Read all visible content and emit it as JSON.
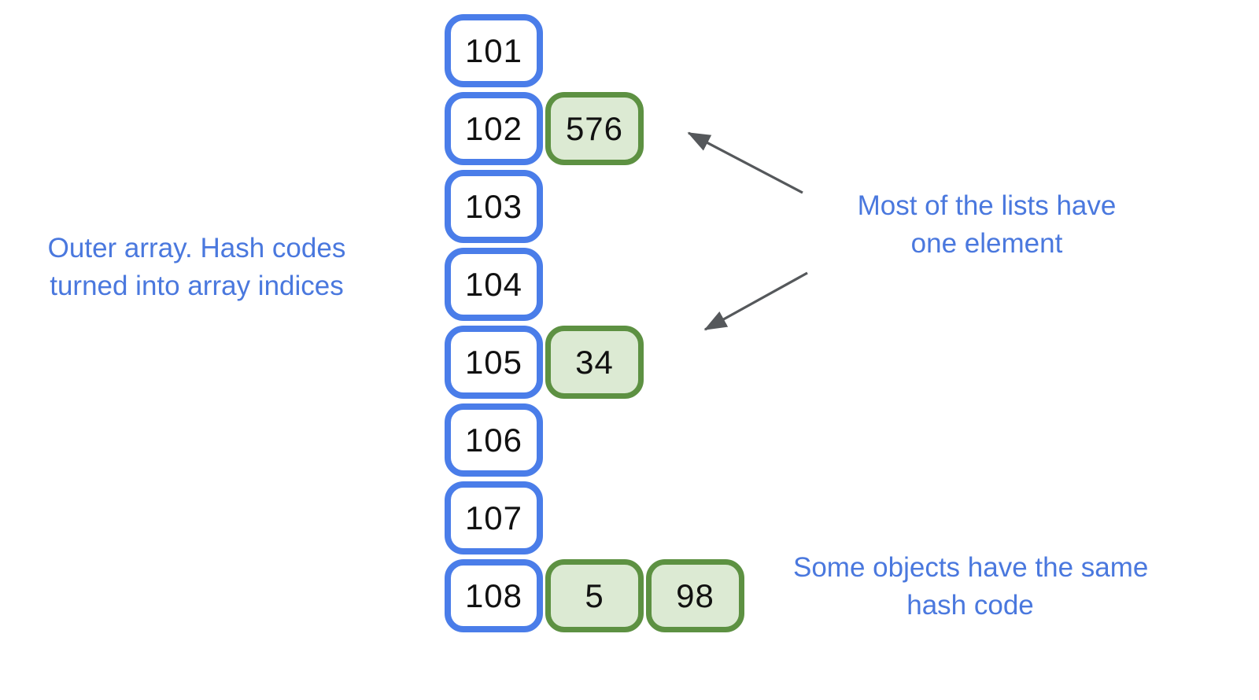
{
  "colors": {
    "blue_border": "#4a7de9",
    "blue_text": "#4a78de",
    "green_border": "#5d9142",
    "green_fill": "#dcead3",
    "arrow": "#55585b",
    "number_text": "#111111",
    "background": "#ffffff"
  },
  "outer_array": {
    "rows": [
      {
        "index": "101",
        "items": []
      },
      {
        "index": "102",
        "items": [
          "576"
        ]
      },
      {
        "index": "103",
        "items": []
      },
      {
        "index": "104",
        "items": []
      },
      {
        "index": "105",
        "items": [
          "34"
        ]
      },
      {
        "index": "106",
        "items": []
      },
      {
        "index": "107",
        "items": []
      },
      {
        "index": "108",
        "items": [
          "5",
          "98"
        ]
      }
    ]
  },
  "annotations": {
    "left_caption": {
      "line1": "Outer array. Hash codes",
      "line2": "turned into array indices"
    },
    "lists_caption": {
      "line1": "Most of the lists have",
      "line2": "one element"
    },
    "collision_caption": {
      "line1": "Some objects have the same",
      "line2": "hash code"
    }
  },
  "arrows": [
    {
      "name": "arrow-to-576",
      "points_to": "576"
    },
    {
      "name": "arrow-to-34",
      "points_to": "34"
    }
  ]
}
